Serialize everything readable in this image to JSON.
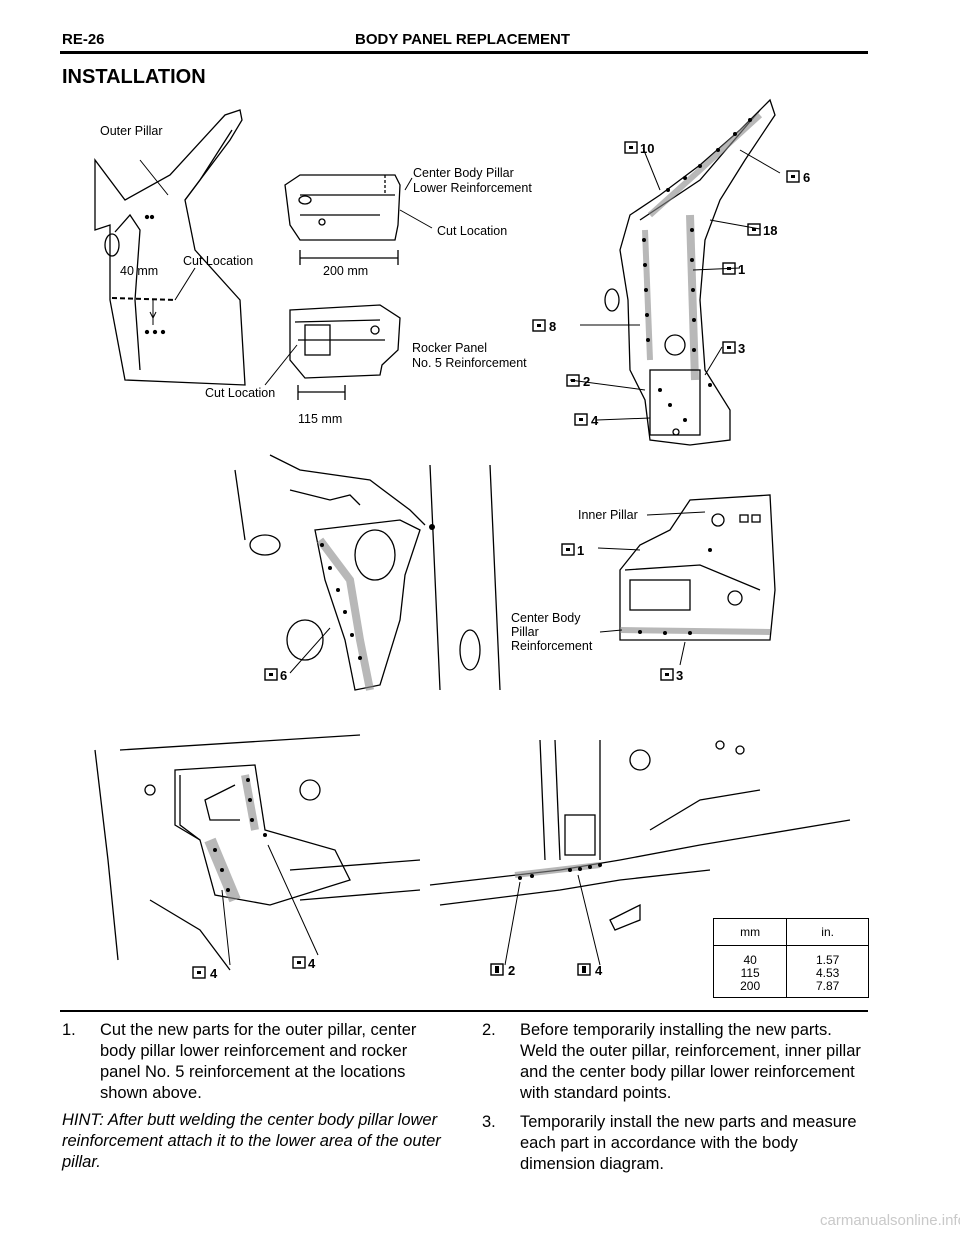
{
  "header": {
    "code": "RE-26",
    "title": "BODY PANEL REPLACEMENT"
  },
  "section_title": "INSTALLATION",
  "figure_labels": {
    "outer_pillar": "Outer Pillar",
    "cut_location": "Cut Location",
    "dim_40": "40 mm",
    "center_reinf_line1": "Center Body Pillar",
    "center_reinf_line2": "Lower Reinforcement",
    "dim_200": "200 mm",
    "rocker_line1": "Rocker Panel",
    "rocker_line2": "No. 5 Reinforcement",
    "dim_115": "115 mm",
    "inner_pillar": "Inner Pillar",
    "cbp_line1": "Center Body",
    "cbp_line2": "Pillar",
    "cbp_line3": "Reinforcement"
  },
  "weld_codes": {
    "c10": "10",
    "c6": "6",
    "c18": "18",
    "c1": "1",
    "c8": "8",
    "c3": "3",
    "c2": "2",
    "c4": "4",
    "b6": "6",
    "b1": "1",
    "b3": "3",
    "d4a": "4",
    "d4b": "4",
    "d2": "2",
    "d4c": "4"
  },
  "conversion_table": {
    "header": [
      "mm",
      "in."
    ],
    "mm": [
      "40",
      "115",
      "200"
    ],
    "inch": [
      "1.57",
      "4.53",
      "7.87"
    ]
  },
  "steps": {
    "s1_num": "1.",
    "s1_text": "Cut the new parts for the outer pillar, center body pillar lower reinforcement and rocker panel No. 5 reinforcement at the locations shown above.",
    "hint": "HINT: After butt welding the center body pillar lower reinforcement attach it to the lower area of the outer pillar.",
    "s2_num": "2.",
    "s2_text": "Before temporarily installing the new parts. Weld the outer pillar, reinforcement, inner pillar and the center body pillar lower reinforcement with standard points.",
    "s3_num": "3.",
    "s3_text": "Temporarily install the new parts and measure each part in accordance with the body dimension diagram."
  },
  "footer": "carmanualsonline.info"
}
